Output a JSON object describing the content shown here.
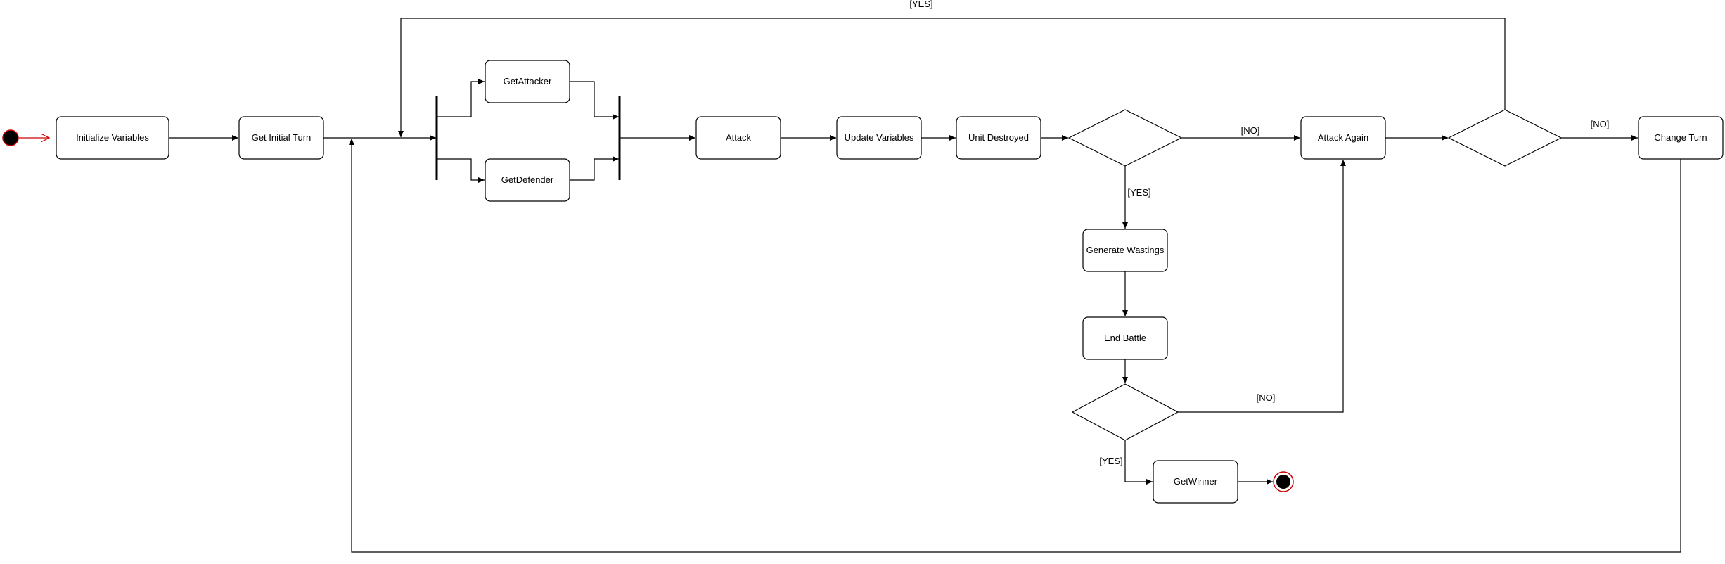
{
  "diagram": {
    "nodes": {
      "init_vars": "Initialize Variables",
      "initial_turn": "Get Initial Turn",
      "get_attacker": "GetAttacker",
      "get_defender": "GetDefender",
      "attack": "Attack",
      "update_vars": "Update Variables",
      "unit_destroyed": "Unit Destroyed",
      "attack_again": "Attack Again",
      "change_turn": "Change Turn",
      "generate_wastings": "Generate Wastings",
      "end_battle": "End Battle",
      "get_winner": "GetWinner"
    },
    "guards": {
      "top_loop": "[YES]",
      "destroyed_no": "[NO]",
      "attack_again_no": "[NO]",
      "destroyed_yes": "[YES]",
      "end_no": "[NO]",
      "end_yes": "[YES]"
    },
    "colors": {
      "stroke": "#000000",
      "initial_outline": "#cc0000",
      "final_outline": "#cc0000"
    }
  }
}
